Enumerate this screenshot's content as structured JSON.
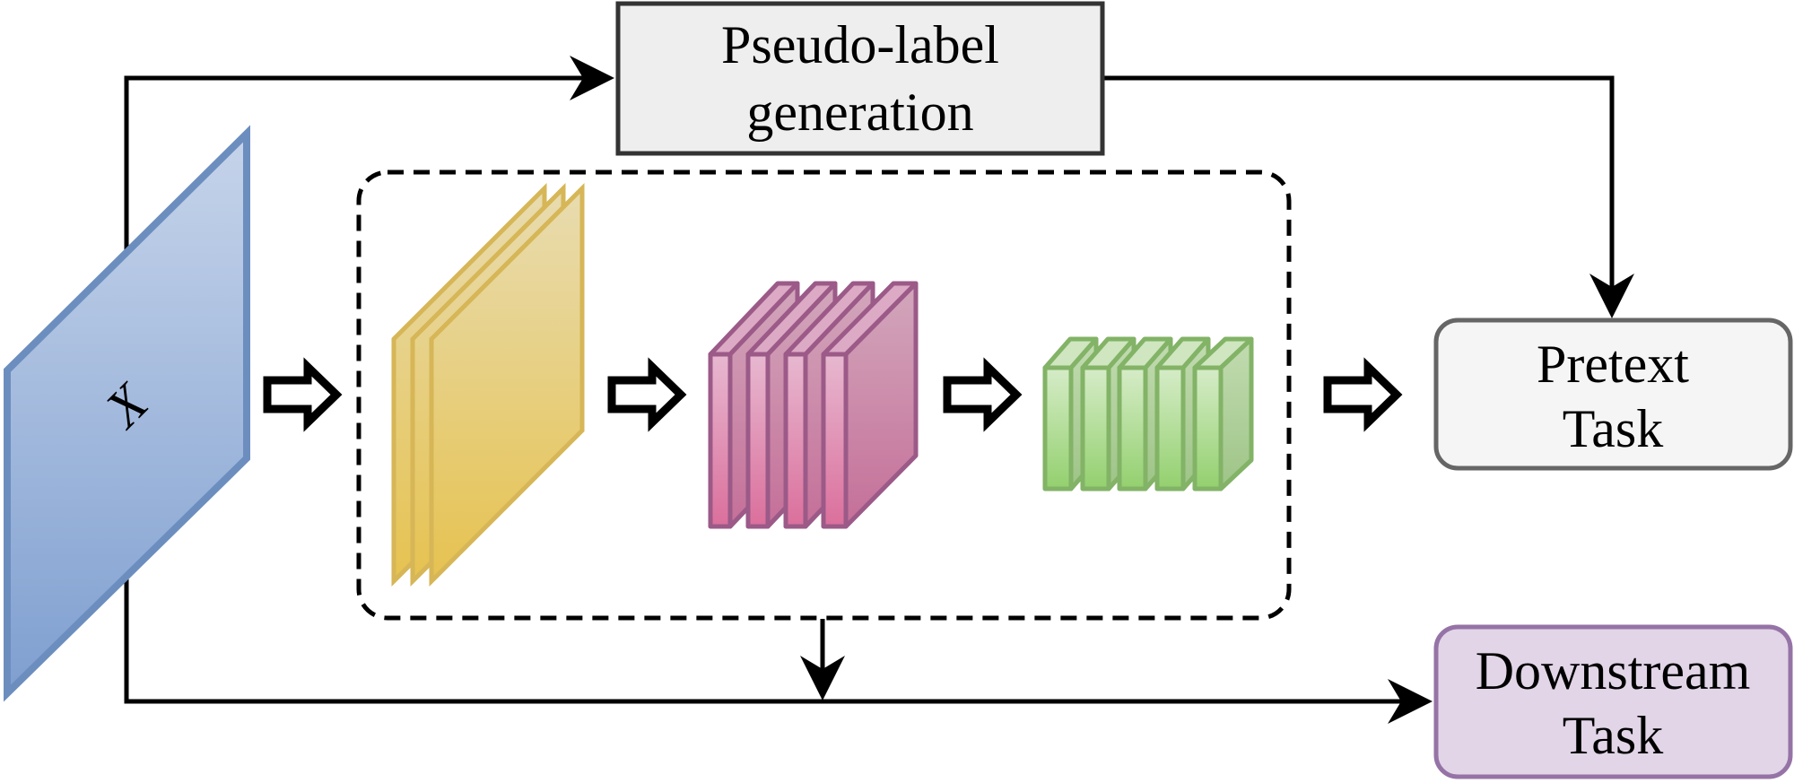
{
  "diagram": {
    "input_label": "X",
    "pseudo_label_box": {
      "line1": "Pseudo-label",
      "line2": "generation"
    },
    "pretext_box": {
      "line1": "Pretext",
      "line2": "Task"
    },
    "downstream_box": {
      "line1": "Downstream",
      "line2": "Task"
    }
  },
  "colors": {
    "input_fill": "#9db3d8",
    "input_stroke": "#6c8ebf",
    "yellow_fill": "#e8cd76",
    "yellow_stroke": "#d6b656",
    "pink_fill": "#cf8fb1",
    "pink_stroke": "#9b5a88",
    "green_fill": "#a9d890",
    "green_stroke": "#82b366",
    "pseudo_fill": "#eeeeee",
    "pseudo_stroke": "#333333",
    "pretext_fill": "#f5f5f5",
    "pretext_stroke": "#666666",
    "downstream_fill": "#e1d5e7",
    "downstream_stroke": "#9673a6"
  }
}
